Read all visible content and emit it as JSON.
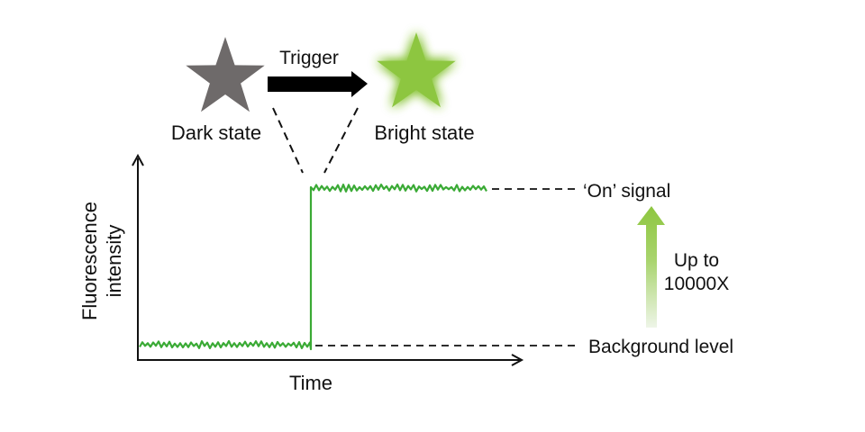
{
  "labels": {
    "trigger": "Trigger",
    "dark_state": "Dark state",
    "bright_state": "Bright state",
    "on_signal": "‘On’ signal",
    "background_level": "Background level",
    "up_to_line1": "Up to",
    "up_to_line2": "10000X",
    "x_axis": "Time",
    "y_axis_line1": "Fluorescence",
    "y_axis_line2": "intensity"
  },
  "colors": {
    "dark_star": "#6e6a6a",
    "bright_star": "#8dc63f",
    "signal_trace": "#3aaa35",
    "arrow": "#000000"
  }
}
